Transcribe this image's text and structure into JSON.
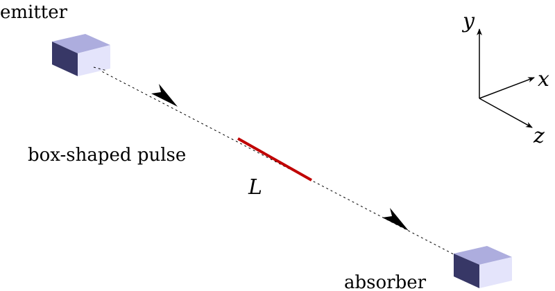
{
  "labels": {
    "emitter": "emitter",
    "absorber": "absorber",
    "pulse": "box-shaped pulse",
    "length": "L"
  },
  "axes": {
    "x": "x",
    "y": "y",
    "z": "z"
  },
  "colors": {
    "box_top": "#adadde",
    "box_side": "#373766",
    "box_front": "#e4e4fb",
    "pulse": "#c00000"
  }
}
